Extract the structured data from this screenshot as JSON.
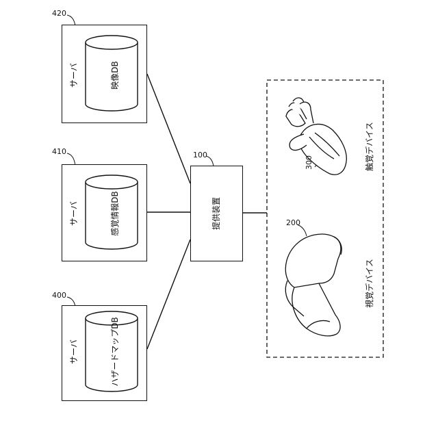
{
  "servers": [
    {
      "ref": "420",
      "label": "サーバ",
      "db_label": "映像DB"
    },
    {
      "ref": "410",
      "label": "サーバ",
      "db_label": "感覚情報DB"
    },
    {
      "ref": "400",
      "label": "サーバ",
      "db_label": "ハザードマップDB"
    }
  ],
  "provider": {
    "ref": "100",
    "label": "提供装置"
  },
  "devices": {
    "tactile": {
      "ref": "300",
      "label": "触覚デバイス",
      "icon": "glove-icon"
    },
    "visual": {
      "ref": "200",
      "label": "視覚デバイス",
      "icon": "head-mounted-display-icon"
    }
  }
}
